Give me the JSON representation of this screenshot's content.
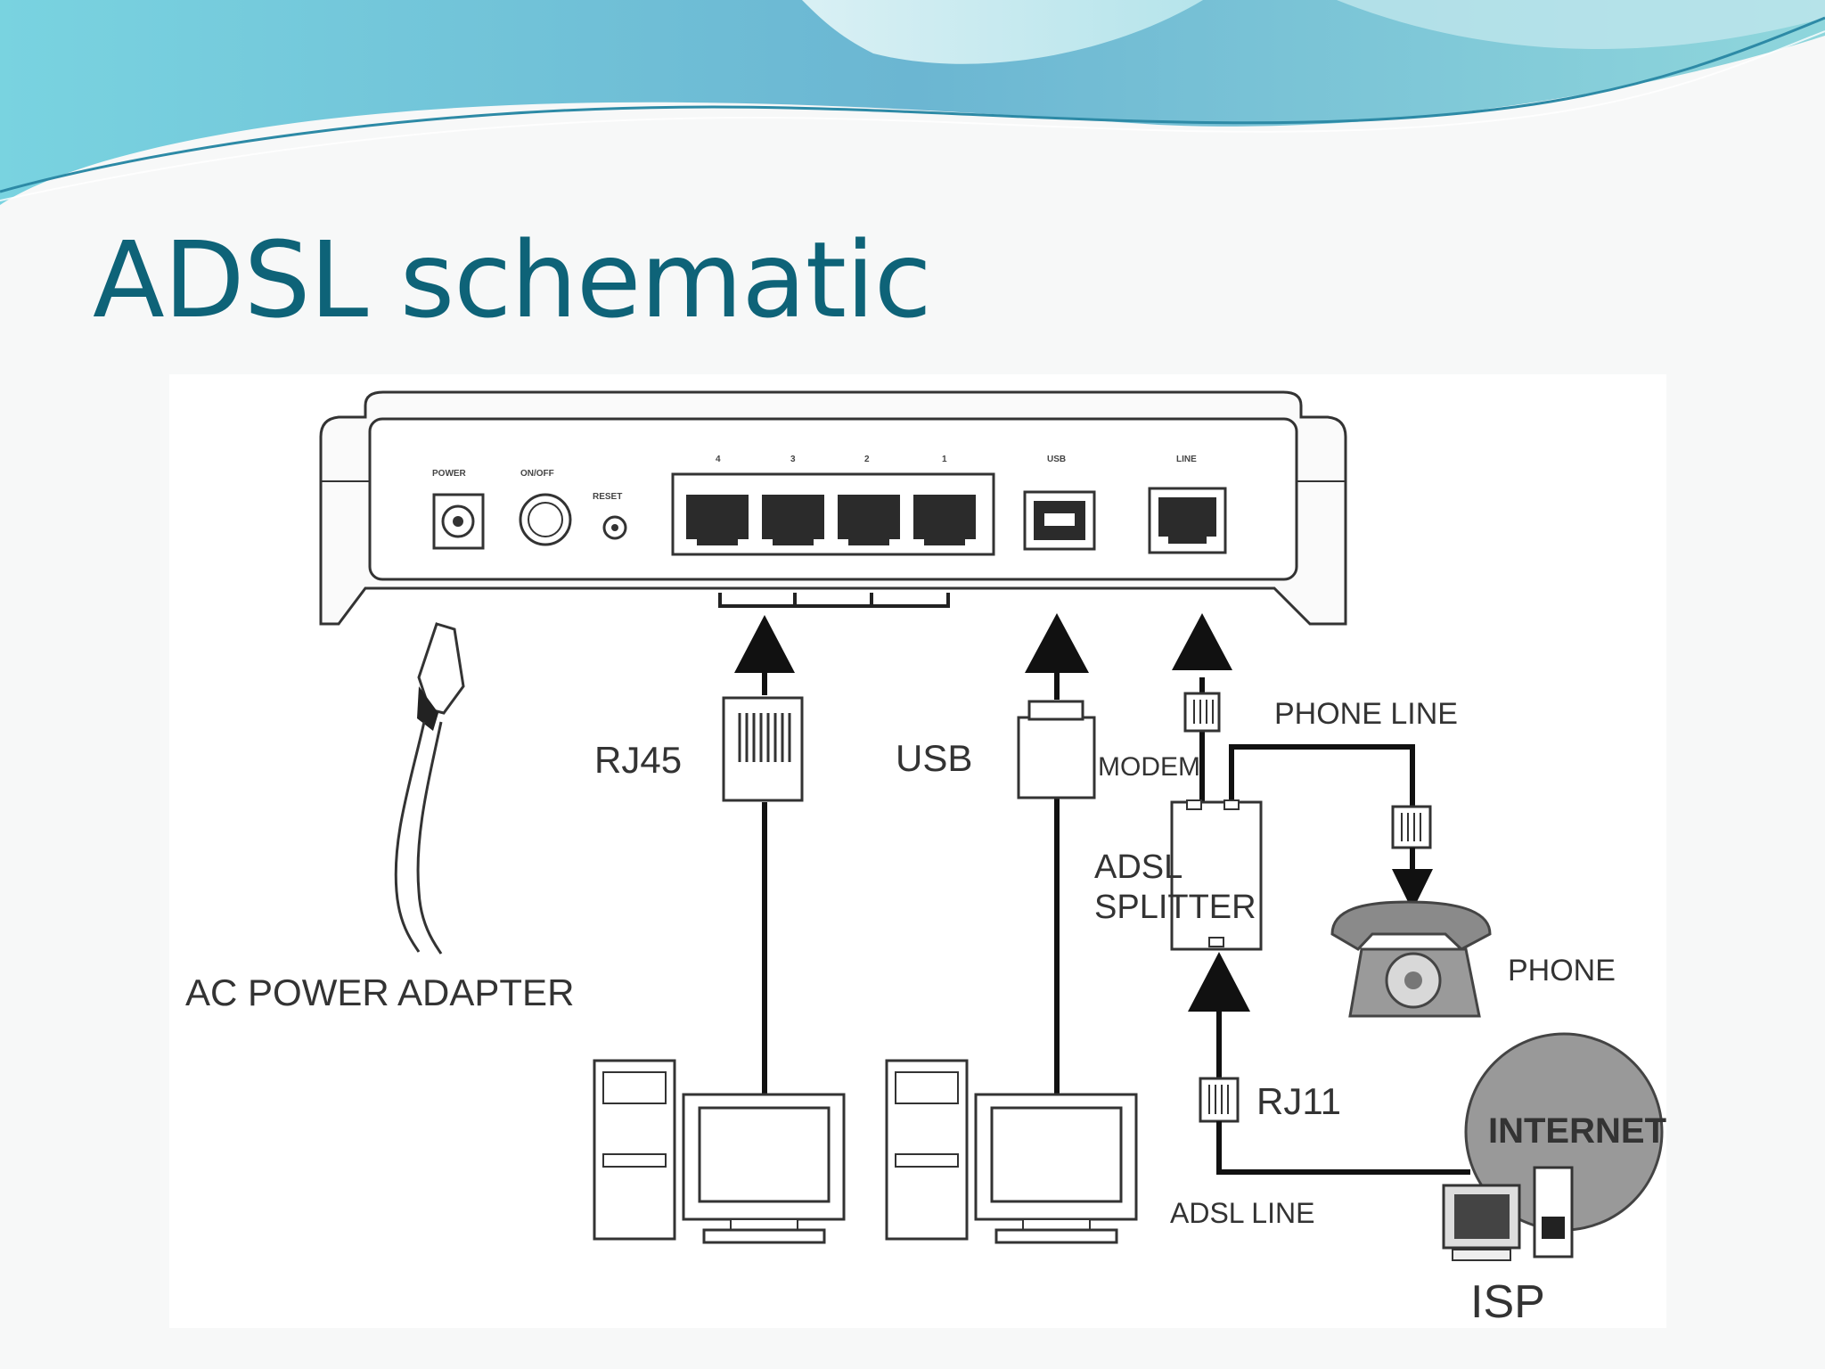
{
  "slide": {
    "title": "ADSL schematic"
  },
  "router": {
    "ports": {
      "power": "POWER",
      "onoff": "ON/OFF",
      "reset": "RESET",
      "lan": [
        "4",
        "3",
        "2",
        "1"
      ],
      "usb": "USB",
      "line": "LINE"
    }
  },
  "labels": {
    "rj45": "RJ45",
    "usb": "USB",
    "modem": "MODEM",
    "phone_line": "PHONE LINE",
    "splitter": [
      "ADSL",
      "SPLITTER"
    ],
    "ac_power": "AC POWER ADAPTER",
    "phone": "PHONE",
    "rj11": "RJ11",
    "internet": "INTERNET",
    "adsl_line": "ADSL LINE",
    "isp": "ISP"
  },
  "colors": {
    "title": "#0e6378",
    "banner_light": "#cfeaf0",
    "banner_mid": "#7fcad8",
    "banner_dark": "#4fa9c4"
  }
}
